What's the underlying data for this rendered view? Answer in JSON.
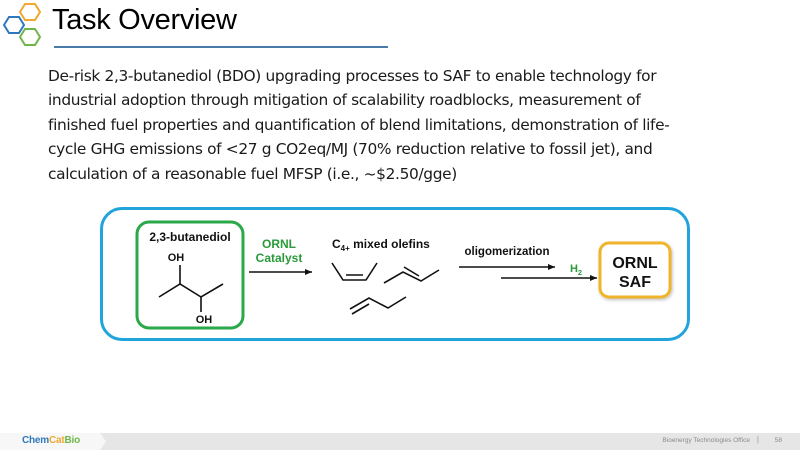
{
  "header": {
    "title": "Task Overview",
    "logo": "hexagon-cluster-logo",
    "colors": {
      "rule": "#4a7aa7",
      "hex_blue": "#2f77bd",
      "hex_orange": "#f0a830",
      "hex_green": "#6fb64a"
    }
  },
  "body": {
    "lines": [
      "De-risk 2,3-butanediol (BDO) upgrading processes to SAF to enable technology for",
      "industrial adoption through mitigation of scalability roadblocks, measurement of",
      "finished fuel properties and quantification of blend limitations, demonstration of life-",
      "cycle GHG emissions of <27 g CO2eq/MJ (70% reduction relative to fossil jet), and",
      "calculation of a reasonable fuel MFSP (i.e., ~$2.50/gge)"
    ]
  },
  "diagram": {
    "colors": {
      "outer_border": "#21a4dc",
      "reactant_border": "#2aa84a",
      "catalyst_text": "#2a9a3a",
      "product_border": "#f0b429"
    },
    "reactant": {
      "name": "2,3-butanediol",
      "oh_top": "OH",
      "oh_bottom": "OH"
    },
    "step1": {
      "catalyst_line1": "ORNL",
      "catalyst_line2": "Catalyst"
    },
    "intermediate": {
      "label_prefix": "C",
      "label_subscript": "4+",
      "label_suffix": " mixed olefins"
    },
    "step2": {
      "label": "oligomerization",
      "reagent": "H",
      "reagent_subscript": "2"
    },
    "product": {
      "line1": "ORNL",
      "line2": "SAF"
    }
  },
  "footer": {
    "brand_part1": "Chem",
    "brand_part2": "Cat",
    "brand_part3": "Bio",
    "office": "Bioenergy Technologies Office",
    "separator": "|",
    "page_number": "58"
  }
}
